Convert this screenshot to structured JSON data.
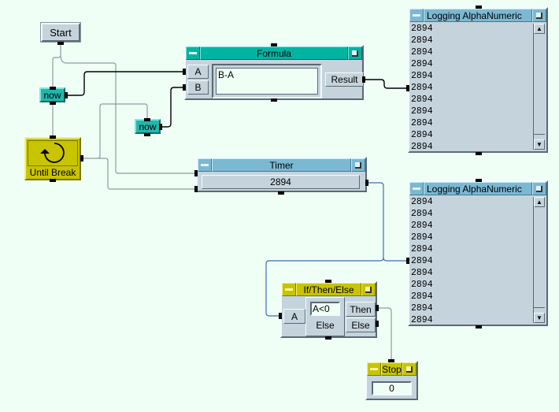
{
  "canvas": {
    "background": "#f0fff6"
  },
  "start": {
    "label": "Start"
  },
  "now1": {
    "label": "now"
  },
  "now2": {
    "label": "now"
  },
  "until_break": {
    "label": "Until Break",
    "icon": "loop-arrow-icon"
  },
  "formula": {
    "title": "Formula",
    "inputs": [
      "A",
      "B"
    ],
    "expression": "B-A",
    "output": "Result"
  },
  "timer": {
    "title": "Timer",
    "value": "2894"
  },
  "log1": {
    "title": "Logging AlphaNumeric",
    "rows": [
      "2894",
      "2894",
      "2894",
      "2894",
      "2894",
      "2894",
      "2894",
      "2894",
      "2894",
      "2894",
      "2894"
    ]
  },
  "log2": {
    "title": "Logging AlphaNumeric",
    "rows": [
      "2894",
      "2894",
      "2894",
      "2894",
      "2894",
      "2894",
      "2894",
      "2894",
      "2894",
      "2894",
      "2894"
    ]
  },
  "ifthen": {
    "title": "If/Then/Else",
    "input": "A",
    "condition": "A<0",
    "else_label": "Else",
    "outputs": [
      "Then",
      "Else"
    ]
  },
  "stop": {
    "title": "Stop",
    "value": "0"
  },
  "colors": {
    "teal": "#00b4a2",
    "blue_title": "#7bb8d2",
    "yellow": "#c8c400",
    "panel": "#c5d4dc",
    "data_wire": "#3a6fb0",
    "control_wire": "#909a9e"
  }
}
